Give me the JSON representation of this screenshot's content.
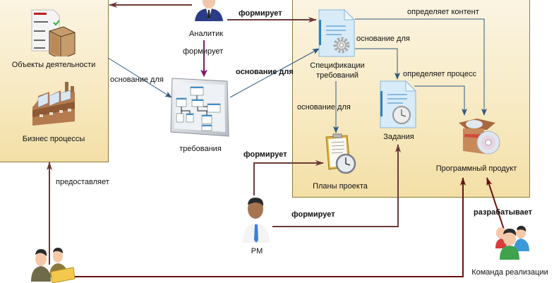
{
  "colors": {
    "container_fill": "#f7e9c0",
    "container_border": "#8c7a3c",
    "link_brown": "#6b3a3a",
    "link_darkred": "#6a0f12",
    "link_purple": "#7a1a6e",
    "link_blue": "#2f5a80"
  },
  "nodes": {
    "activity_objects": {
      "label": "Объекты деятельности",
      "icon": "document-box-icon"
    },
    "business_processes": {
      "label": "Бизнес процессы",
      "icon": "factory-icon"
    },
    "analyst": {
      "label": "Аналитик",
      "icon": "analyst-person-icon"
    },
    "requirements": {
      "label": "требования",
      "icon": "requirements-diagram-icon"
    },
    "requirements_spec": {
      "label_line1": "Спецификации",
      "label_line2": "требований",
      "icon": "spec-document-gear-icon"
    },
    "tasks": {
      "label": "Задания",
      "icon": "task-document-clock-icon"
    },
    "project_plans": {
      "label": "Планы проекта",
      "icon": "clipboard-clock-icon"
    },
    "software_product": {
      "label": "Программный продукт",
      "icon": "software-box-cd-icon"
    },
    "pm": {
      "label": "PM",
      "icon": "pm-person-icon"
    },
    "stakeholders": {
      "label": "",
      "icon": "stakeholders-group-icon"
    },
    "dev_team": {
      "label": "Команда реализации",
      "icon": "team-group-icon"
    }
  },
  "edges": {
    "analyst_to_activity": "",
    "analyst_forms_spec": "формирует",
    "analyst_forms_requirements": "формирует",
    "activity_basis_for_requirements": "основание для",
    "requirements_basis_for_spec": "основание для",
    "spec_basis_for_tasks": "основание для",
    "spec_defines_content": "определяет контент",
    "tasks_defines_process": "определяет процесс",
    "spec_basis_for_plans": "основание для",
    "pm_forms_plans": "формирует",
    "pm_forms_tasks": "формирует",
    "stakeholders_provide": "предоставляет",
    "team_develops": "разрабатывает"
  }
}
